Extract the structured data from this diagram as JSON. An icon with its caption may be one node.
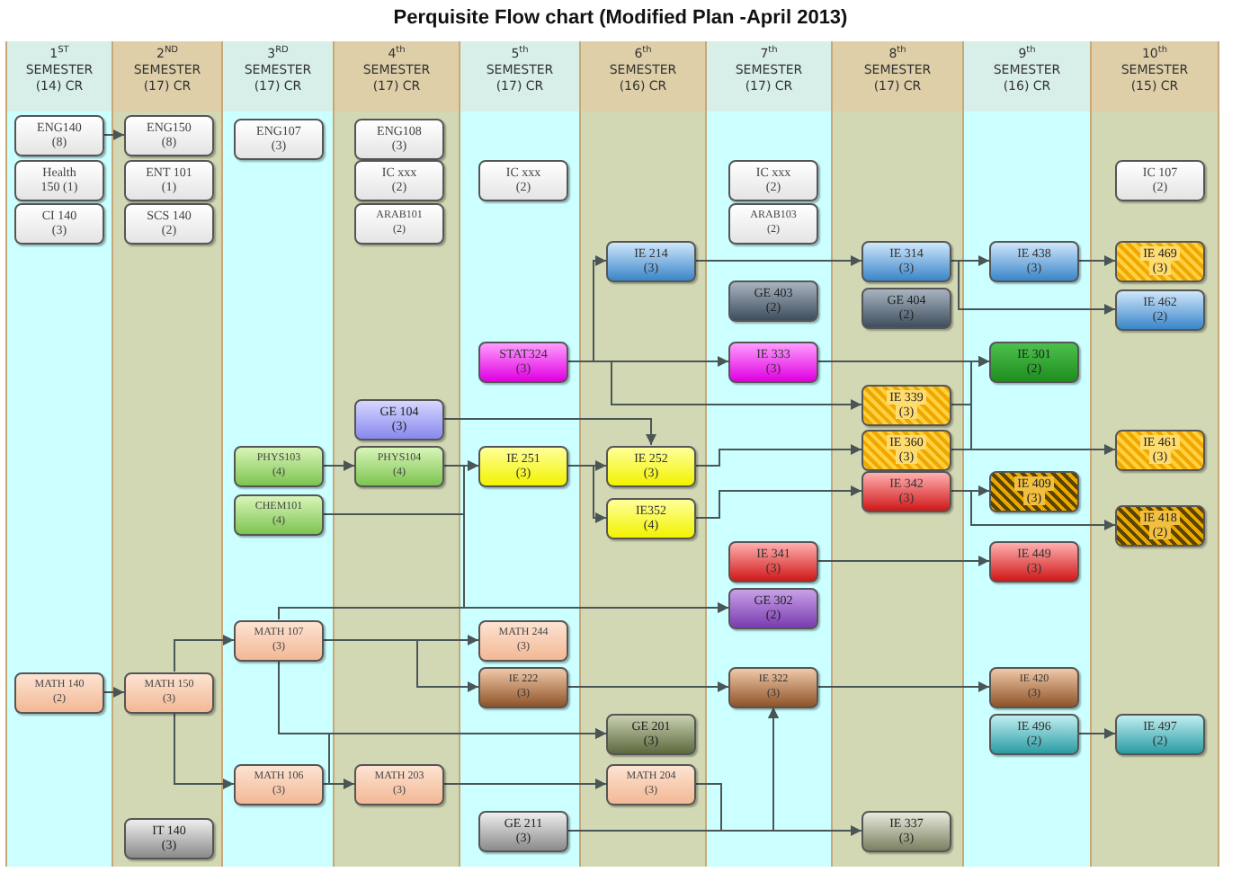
{
  "diagram": {
    "title": "Perquisite Flow chart (Modified Plan -April 2013)",
    "nodes": [
      {
        "text": [
          "1$^{ST}$",
          "SEMESTER",
          "(14) CR"
        ]
      },
      {
        "text": [
          "2$^{ND}$",
          "SEMESTER",
          "(17) CR"
        ]
      },
      {
        "text": [
          "3$^{RD}$",
          "SEMESTER",
          "(17) CR"
        ]
      },
      {
        "text": [
          "4$^{th}$",
          "SEMESTER",
          "(17) CR"
        ]
      },
      {
        "text": [
          "5$^{th}$",
          "SEMESTER",
          "(17) CR"
        ]
      },
      {
        "text": [
          "6$^{th}$",
          "SEMESTER",
          "(16) CR"
        ]
      },
      {
        "text": [
          "7$^{th}$",
          "SEMESTER",
          "(17) CR"
        ]
      },
      {
        "text": [
          "8$^{th}$",
          "SEMESTER",
          "(17) CR"
        ]
      },
      {
        "text": [
          "9$^{th}$",
          "SEMESTER",
          "(16) CR"
        ]
      },
      {
        "text": [
          "10$^{th}$",
          "SEMESTER",
          "(15) CR"
        ]
      },
      {
        "text": [
          "ENG140",
          "(8)"
        ],
        "in": 0
      },
      {
        "text": [
          "Health",
          "150 (1)"
        ],
        "in": 0
      },
      {
        "text": [
          "CI 140",
          "(3)"
        ],
        "in": 0
      },
      {
        "text": [
          "MATH 140",
          "(2)"
        ],
        "in": 0
      },
      {
        "text": [
          "ENG150",
          "(8)"
        ],
        "in": 1
      },
      {
        "text": [
          "ENT 101",
          "(1)"
        ],
        "in": 1
      },
      {
        "text": [
          "SCS 140",
          "(2)"
        ],
        "in": 1
      },
      {
        "text": [
          "MATH 150",
          "(3)"
        ],
        "in": 1
      },
      {
        "text": [
          "IT 140",
          "(3)"
        ],
        "in": 1
      },
      {
        "text": [
          "ENG107",
          "(3)"
        ],
        "in": 2
      },
      {
        "text": [
          "PHYS103",
          "(4)"
        ],
        "in": 2
      },
      {
        "text": [
          "CHEM101",
          "(4)"
        ],
        "in": 2
      },
      {
        "text": [
          "MATH 107",
          "(3)"
        ],
        "in": 2
      },
      {
        "text": [
          "MATH 106",
          "(3)"
        ],
        "in": 2
      },
      {
        "text": [
          "ENG108",
          "(3)"
        ],
        "in": 3
      },
      {
        "text": [
          "IC xxx",
          "(2)"
        ],
        "in": 3
      },
      {
        "text": [
          "ARAB101",
          "(2)"
        ],
        "in": 3
      },
      {
        "text": [
          "GE 104",
          "(3)"
        ],
        "in": 3
      },
      {
        "text": [
          "PHYS104",
          "(4)"
        ],
        "in": 3
      },
      {
        "text": [
          "MATH 203",
          "(3)"
        ],
        "in": 3
      },
      {
        "text": [
          "IC xxx",
          "(2)"
        ],
        "in": 4
      },
      {
        "text": [
          "STAT324",
          "(3)"
        ],
        "in": 4
      },
      {
        "text": [
          "IE 251",
          "(3)"
        ],
        "in": 4
      },
      {
        "text": [
          "MATH 244",
          "(3)"
        ],
        "in": 4
      },
      {
        "text": [
          "IE 222",
          "(3)"
        ],
        "in": 4
      },
      {
        "text": [
          "GE 211",
          "(3)"
        ],
        "in": 4
      },
      {
        "text": [
          "IE 214",
          "(3)"
        ],
        "in": 5
      },
      {
        "text": [
          "IE 252",
          "(3)"
        ],
        "in": 5
      },
      {
        "text": [
          "IE352",
          "(4)"
        ],
        "in": 5
      },
      {
        "text": [
          "GE 201",
          "(3)"
        ],
        "in": 5
      },
      {
        "text": [
          "MATH 204",
          "(3)"
        ],
        "in": 5
      },
      {
        "text": [
          "IC xxx",
          "(2)"
        ],
        "in": 6
      },
      {
        "text": [
          "ARAB103",
          "(2)"
        ],
        "in": 6
      },
      {
        "text": [
          "GE 403",
          "(2)"
        ],
        "in": 6
      },
      {
        "text": [
          "IE 333",
          "(3)"
        ],
        "in": 6
      },
      {
        "text": [
          "IE 341",
          "(3)"
        ],
        "in": 6
      },
      {
        "text": [
          "GE 302",
          "(2)"
        ],
        "in": 6
      },
      {
        "text": [
          "IE 322",
          "(3)"
        ],
        "in": 6
      },
      {
        "text": [
          "IE 314",
          "(3)"
        ],
        "in": 7
      },
      {
        "text": [
          "GE 404",
          "(2)"
        ],
        "in": 7
      },
      {
        "text": [
          "IE 339",
          "(3)"
        ],
        "in": 7
      },
      {
        "text": [
          "IE 360",
          "(3)"
        ],
        "in": 7
      },
      {
        "text": [
          "IE 342",
          "(3)"
        ],
        "in": 7
      },
      {
        "text": [
          "IE 337",
          "(3)"
        ],
        "in": 7
      },
      {
        "text": [
          "IE 438",
          "(3)"
        ],
        "in": 8
      },
      {
        "text": [
          "IE 301",
          "(2)"
        ],
        "in": 8
      },
      {
        "text": [
          "IE 409",
          "(3)"
        ],
        "in": 8
      },
      {
        "text": [
          "IE 449",
          "(3)"
        ],
        "in": 8
      },
      {
        "text": [
          "IE 420",
          "(3)"
        ],
        "in": 8
      },
      {
        "text": [
          "IE 496",
          "(2)"
        ],
        "in": 8
      },
      {
        "text": [
          "IC 107",
          "(2)"
        ],
        "in": 9
      },
      {
        "text": [
          "IE 469",
          "(3)"
        ],
        "in": 9
      },
      {
        "text": [
          "IE 462",
          "(2)"
        ],
        "in": 9
      },
      {
        "text": [
          "IE 461",
          "(3)"
        ],
        "in": 9
      },
      {
        "text": [
          "IE 418",
          "(2)"
        ],
        "in": 9
      },
      {
        "text": [
          "IE 497",
          "(2)"
        ],
        "in": 9
      }
    ],
    "edges": [
      {
        "from": 10,
        "to": 14,
        "arrow": "to"
      },
      {
        "from": 13,
        "to": 17,
        "arrow": "to"
      },
      {
        "from": 17,
        "to": 22,
        "arrow": "to"
      },
      {
        "from": 17,
        "to": 23,
        "arrow": "to"
      },
      {
        "from": 23,
        "to": 29,
        "arrow": "to"
      },
      {
        "from": 20,
        "to": 28,
        "arrow": "to"
      },
      {
        "from": 28,
        "to": 32,
        "arrow": "to"
      },
      {
        "from": 21,
        "to": 32,
        "arrow": "to"
      },
      {
        "from": 21,
        "to": 46,
        "arrow": "to"
      },
      {
        "from": 22,
        "to": 46,
        "arrow": "to"
      },
      {
        "from": 22,
        "to": 33,
        "arrow": "to"
      },
      {
        "from": 22,
        "to": 34,
        "arrow": "to"
      },
      {
        "from": 22,
        "to": 39,
        "arrow": "to"
      },
      {
        "from": 23,
        "to": 39,
        "arrow": "to"
      },
      {
        "from": 29,
        "to": 40,
        "arrow": "to"
      },
      {
        "from": 40,
        "to": 47,
        "arrow": "to"
      },
      {
        "from": 35,
        "to": 47,
        "arrow": "to"
      },
      {
        "from": 35,
        "to": 53,
        "arrow": "to"
      },
      {
        "from": 34,
        "to": 47,
        "arrow": "to"
      },
      {
        "from": 47,
        "to": 58,
        "arrow": "to"
      },
      {
        "from": 27,
        "to": 37,
        "arrow": "to"
      },
      {
        "from": 31,
        "to": 36,
        "arrow": "to"
      },
      {
        "from": 31,
        "to": 44,
        "arrow": "to"
      },
      {
        "from": 31,
        "to": 50,
        "arrow": "to"
      },
      {
        "from": 32,
        "to": 37,
        "arrow": "to"
      },
      {
        "from": 32,
        "to": 38,
        "arrow": "to"
      },
      {
        "from": 37,
        "to": 51,
        "arrow": "to"
      },
      {
        "from": 38,
        "to": 52,
        "arrow": "to"
      },
      {
        "from": 36,
        "to": 48,
        "arrow": "to"
      },
      {
        "from": 48,
        "to": 54,
        "arrow": "to"
      },
      {
        "from": 48,
        "to": 62,
        "arrow": "to"
      },
      {
        "from": 54,
        "to": 61,
        "arrow": "to"
      },
      {
        "from": 44,
        "to": 55,
        "arrow": "to"
      },
      {
        "from": 50,
        "to": 55,
        "arrow": "to"
      },
      {
        "from": 51,
        "to": 55,
        "arrow": "to"
      },
      {
        "from": 51,
        "to": 63,
        "arrow": "to"
      },
      {
        "from": 52,
        "to": 56,
        "arrow": "to"
      },
      {
        "from": 52,
        "to": 64,
        "arrow": "to"
      },
      {
        "from": 45,
        "to": 57,
        "arrow": "to"
      },
      {
        "from": 59,
        "to": 65,
        "arrow": "to"
      }
    ]
  }
}
